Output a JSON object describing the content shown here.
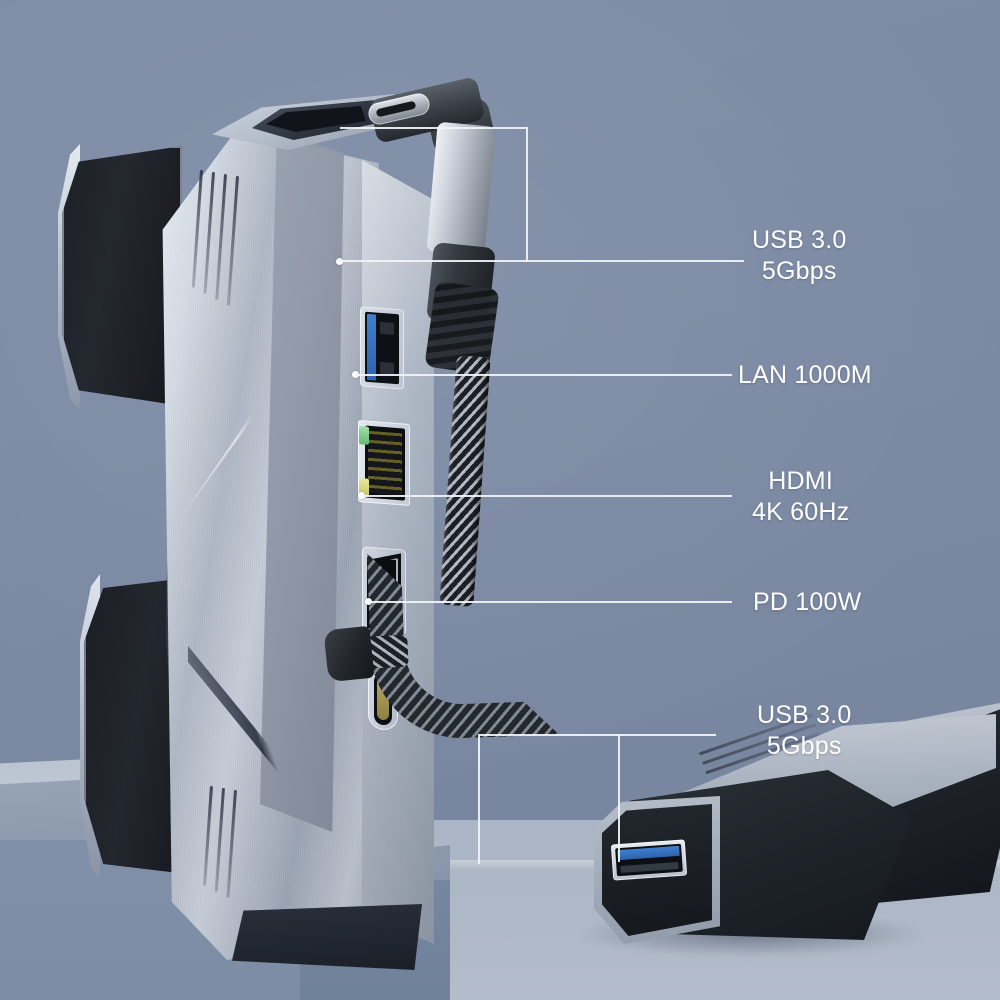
{
  "scene": {
    "type": "product-photo",
    "subject": "USB-C multiport docking hub",
    "background_color": "#7a89a3",
    "accent_color": "#ffffff",
    "port_blue_color": "#3f7fd0"
  },
  "callouts": [
    {
      "id": "usb3-top",
      "line1": "USB 3.0",
      "line2": "5Gbps",
      "port": "usb-a-port-top",
      "align": "center"
    },
    {
      "id": "lan",
      "line1": "LAN 1000M",
      "line2": "",
      "port": "rj45-lan-port",
      "align": "left"
    },
    {
      "id": "hdmi",
      "line1": "HDMI",
      "line2": "4K 60Hz",
      "port": "hdmi-port",
      "align": "center"
    },
    {
      "id": "pd",
      "line1": "PD 100W",
      "line2": "",
      "port": "usb-c-pd-port",
      "align": "left"
    },
    {
      "id": "usb3-bottom",
      "line1": "USB 3.0",
      "line2": "5Gbps",
      "port": "usb-a-port-second-unit",
      "align": "center"
    }
  ],
  "devices": {
    "primary": {
      "name": "docking-hub-standing",
      "ports": [
        "usb-a-port-top",
        "rj45-lan-port",
        "hdmi-port",
        "usb-c-pd-port"
      ],
      "cable": "right-angle-usb-c-braided-cable"
    },
    "secondary": {
      "name": "docking-hub-lying",
      "ports": [
        "usb-a-port-second-unit"
      ]
    }
  }
}
